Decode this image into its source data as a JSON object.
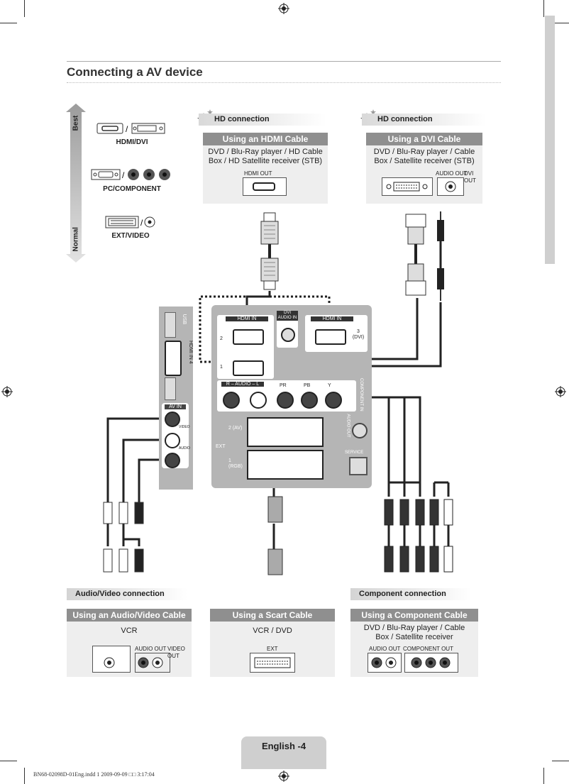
{
  "page": {
    "title": "Connecting a AV device",
    "footer_tab": "English -4",
    "footer_file": "BN68-02098D-01Eng.indd   1 2009-09-09   □□ 3:17:04"
  },
  "quality_scale": {
    "best_label": "Best",
    "normal_label": "Normal",
    "items": [
      {
        "label": "HDMI/DVI"
      },
      {
        "label": "PC/COMPONENT"
      },
      {
        "label": "EXT/VIDEO"
      }
    ]
  },
  "hd_hdmi": {
    "band": "HD connection",
    "heading": "Using an HDMI Cable",
    "devices": "DVD / Blu-Ray player / HD Cable Box / HD Satellite receiver (STB)",
    "port": "HDMI OUT"
  },
  "hd_dvi": {
    "band": "HD connection",
    "heading": "Using a DVI Cable",
    "devices": "DVD / Blu-Ray player / Cable Box / Satellite receiver (STB)",
    "port_audio": "AUDIO OUT",
    "port_dvi": "DVI OUT"
  },
  "tv_panel": {
    "hdmi_in": "HDMI IN",
    "hdmi_in_4": "HDMI IN 4",
    "dvi_audio_in": "DVI AUDIO IN",
    "hdmi_in_3": "HDMI IN",
    "port3": "3 (DVI)",
    "port2": "2",
    "port1": "1",
    "audio": "R – AUDIO – L",
    "component_in": "COMPONENT IN",
    "av_in": "AV IN",
    "video": "VIDEO",
    "audio_side": "AUDIO",
    "ext": "EXT",
    "ext2": "2 (AV)",
    "ext1": "1 (RGB)",
    "service": "SERVICE",
    "usb": "USB",
    "audio_out": "AUDIO OUT",
    "pb": "PB",
    "pr": "PR",
    "y": "Y"
  },
  "av_section": {
    "band": "Audio/Video connection",
    "heading": "Using an Audio/Video Cable",
    "devices": "VCR",
    "port_audio": "AUDIO OUT",
    "port_video": "VIDEO OUT"
  },
  "scart_section": {
    "heading": "Using a Scart Cable",
    "devices": "VCR / DVD",
    "port": "EXT"
  },
  "component_section": {
    "band": "Component connection",
    "heading": "Using a Component Cable",
    "devices": "DVD / Blu-Ray player / Cable Box / Satellite receiver",
    "port_audio": "AUDIO OUT",
    "port_component": "COMPONENT OUT"
  },
  "colors": {
    "card_head": "#8f8f8f",
    "card_bg": "#eeeeee",
    "panel": "#b5b5b5"
  }
}
